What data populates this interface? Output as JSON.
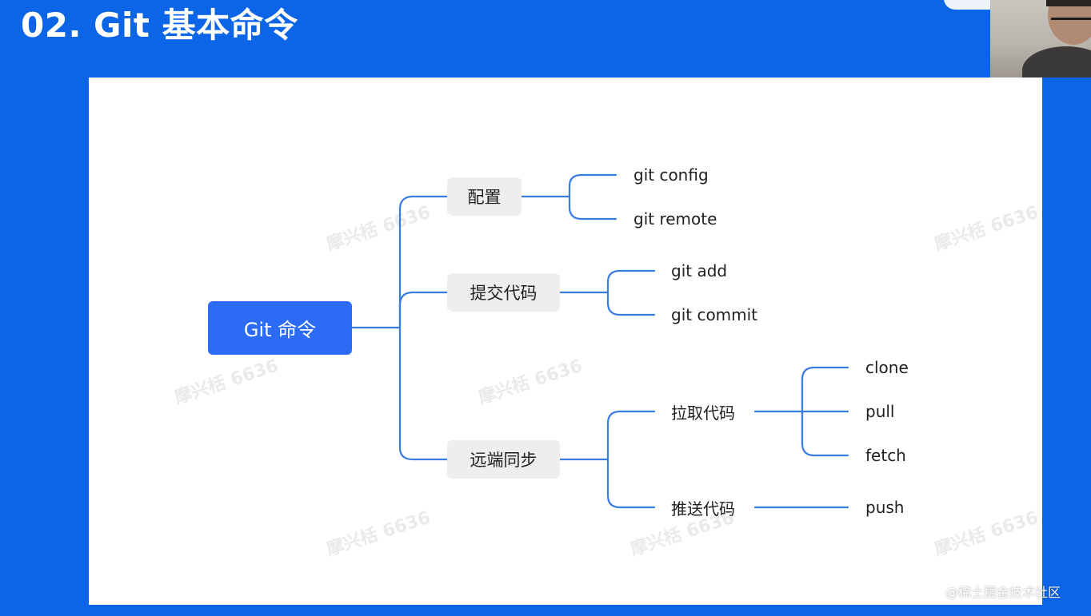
{
  "slide": {
    "title": "02. Git 基本命令"
  },
  "diagram": {
    "root": "Git 命令",
    "branches": [
      {
        "label": "配置",
        "children": [
          "git config",
          "git remote"
        ]
      },
      {
        "label": "提交代码",
        "children": [
          "git add",
          "git commit"
        ]
      },
      {
        "label": "远端同步",
        "children": [
          {
            "label": "拉取代码",
            "children": [
              "clone",
              "pull",
              "fetch"
            ]
          },
          {
            "label": "推送代码",
            "children": [
              "push"
            ]
          }
        ]
      }
    ]
  },
  "watermark": "摩兴栝 6636",
  "credit": "@稀土掘金技术社区",
  "colors": {
    "background": "#0b65e6",
    "root_fill": "#2c6cf5",
    "branch_fill": "#eeeeee",
    "connector": "#3a7de0"
  }
}
